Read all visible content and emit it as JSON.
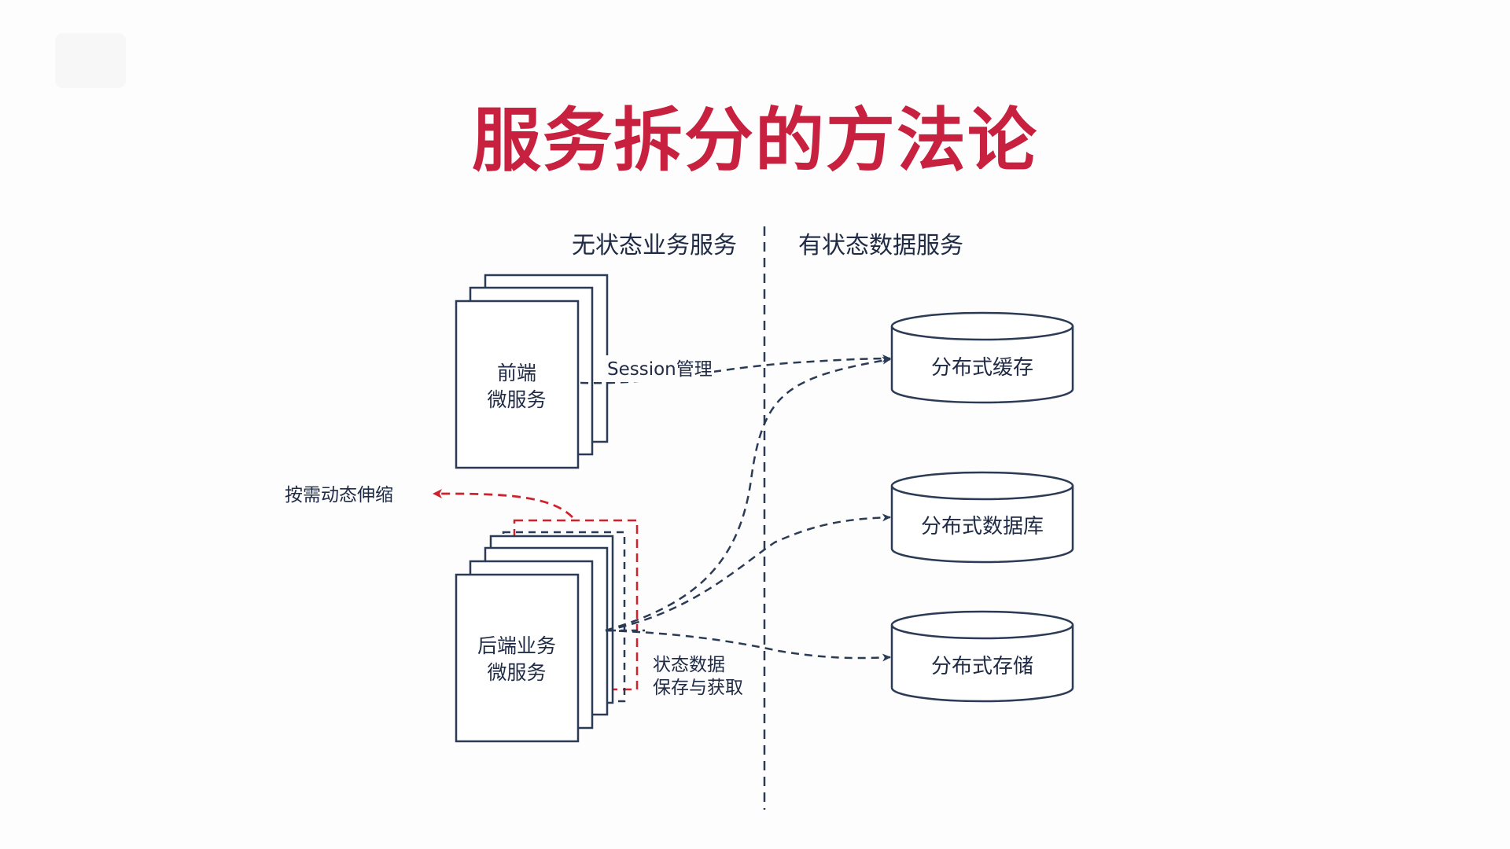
{
  "slide": {
    "title": "服务拆分的方法论"
  },
  "diagram": {
    "headers": {
      "stateless": "无状态业务服务",
      "stateful": "有状态数据服务"
    },
    "nodes": {
      "frontend": {
        "line1": "前端",
        "line2": "微服务"
      },
      "backend": {
        "line1": "后端业务",
        "line2": "微服务"
      },
      "cache": "分布式缓存",
      "database": "分布式数据库",
      "storage": "分布式存储"
    },
    "edge_labels": {
      "session": "Session管理",
      "state_data_line1": "状态数据",
      "state_data_line2": "保存与获取",
      "scale": "按需动态伸缩"
    },
    "colors": {
      "title": "#c8213f",
      "line": "#2b3a55",
      "scale_arrow": "#d0222c",
      "text": "#1f2a44"
    }
  }
}
